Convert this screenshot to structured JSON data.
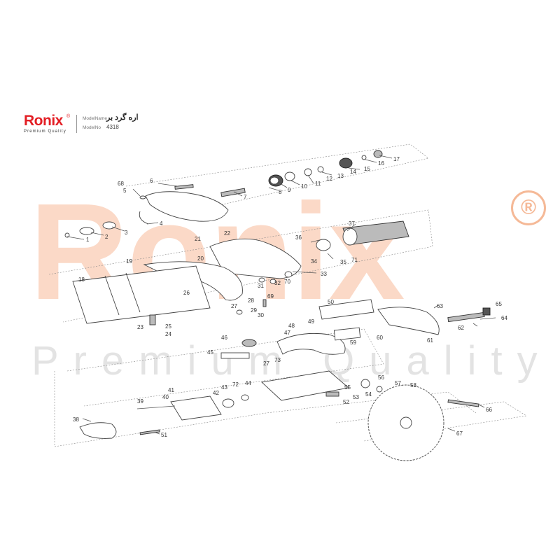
{
  "header": {
    "brand": "Ronix",
    "brand_mark": "®",
    "tagline": "Premium Quality",
    "model_name_label": "ModelName",
    "model_name": "اره گرد بر",
    "model_no_label": "ModelNo",
    "model_no": "4318"
  },
  "watermark": {
    "word": "Ronix",
    "mark": "®",
    "tagline": "Premium Quality"
  },
  "part_numbers": [
    "1",
    "2",
    "3",
    "4",
    "5",
    "6",
    "7",
    "8",
    "9",
    "10",
    "11",
    "12",
    "13",
    "14",
    "15",
    "16",
    "17",
    "18",
    "19",
    "20",
    "21",
    "22",
    "23",
    "24",
    "25",
    "26",
    "27",
    "27",
    "28",
    "29",
    "30",
    "31",
    "32",
    "33",
    "34",
    "35",
    "36",
    "37",
    "38",
    "39",
    "40",
    "41",
    "42",
    "43",
    "44",
    "45",
    "46",
    "47",
    "48",
    "49",
    "50",
    "51",
    "52",
    "53",
    "54",
    "55",
    "56",
    "57",
    "58",
    "59",
    "60",
    "61",
    "62",
    "63",
    "64",
    "65",
    "66",
    "67",
    "68",
    "69",
    "70",
    "71",
    "72",
    "73"
  ],
  "colors": {
    "brand": "#e31e24",
    "watermark": "#fbd9c7",
    "watermark_tag": "#e3e3e3",
    "line": "#555555"
  }
}
